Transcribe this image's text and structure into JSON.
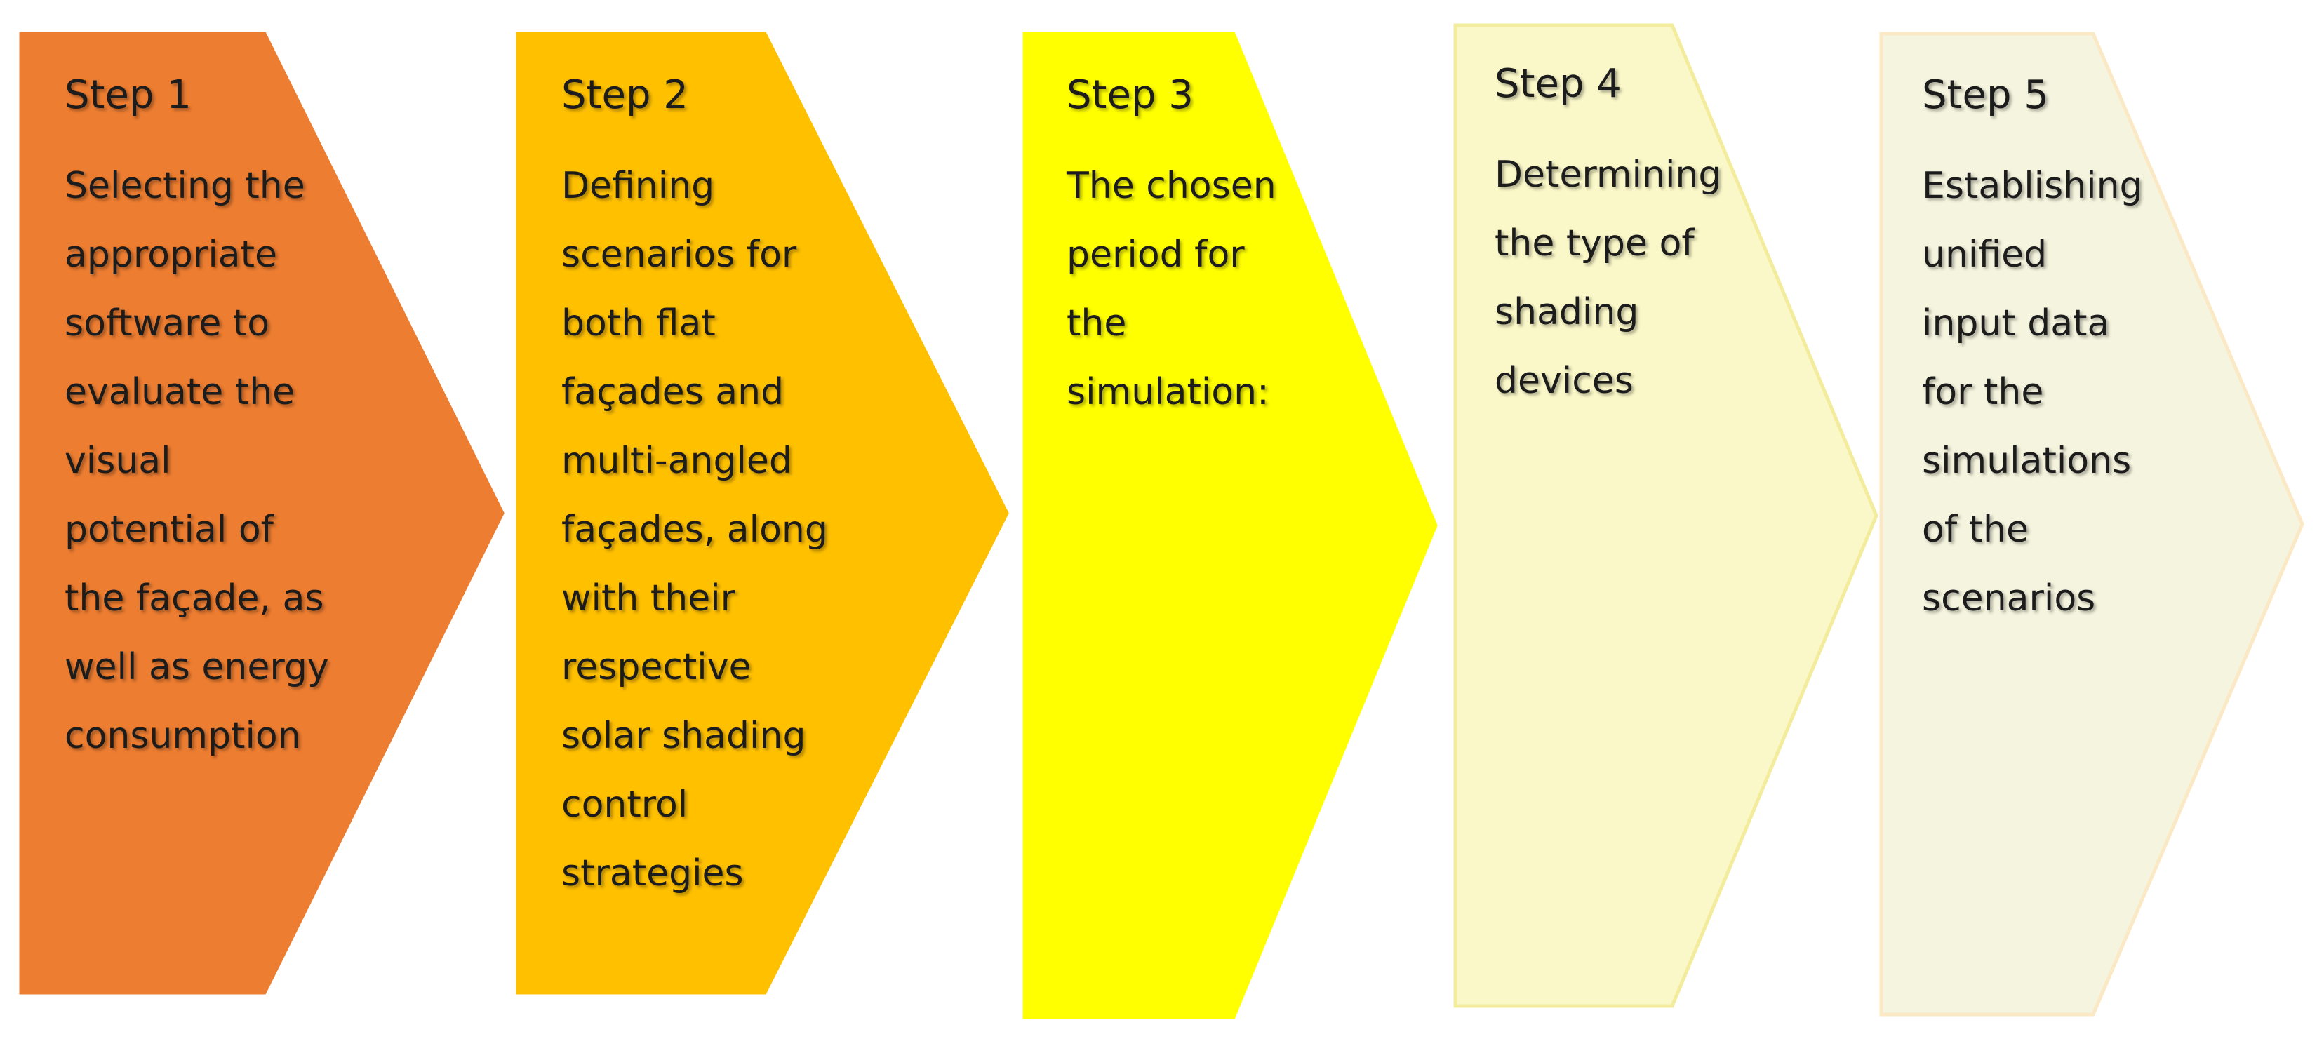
{
  "steps": [
    {
      "title": "Step 1",
      "lines": [
        "Selecting the",
        "appropriate",
        "software to",
        "evaluate the",
        "visual",
        "potential of",
        "the façade, as",
        "well as energy",
        "consumption"
      ],
      "fill": "#ED7D31",
      "stroke": "#ED7D31"
    },
    {
      "title": "Step 2",
      "lines": [
        "Defining",
        "scenarios for",
        "both flat",
        "façades and",
        "multi-angled",
        "façades, along",
        "with their",
        "respective",
        "solar shading",
        "control",
        "strategies"
      ],
      "fill": "#FFC000",
      "stroke": "#FFC000"
    },
    {
      "title": "Step 3",
      "lines": [
        "The chosen",
        "period for",
        "the",
        "simulation:"
      ],
      "fill": "#FFFF00",
      "stroke": "#FFFF00"
    },
    {
      "title": "Step 4",
      "lines": [
        "Determining",
        "the type of",
        "shading",
        "devices"
      ],
      "fill": "#FAF8C8",
      "stroke": "#F2EC9C"
    },
    {
      "title": "Step 5",
      "lines": [
        "Establishing",
        "unified",
        "input data",
        "for the",
        "simulations",
        "of the",
        "scenarios"
      ],
      "fill": "#F5F4DE",
      "stroke": "#FBE8C4"
    }
  ]
}
